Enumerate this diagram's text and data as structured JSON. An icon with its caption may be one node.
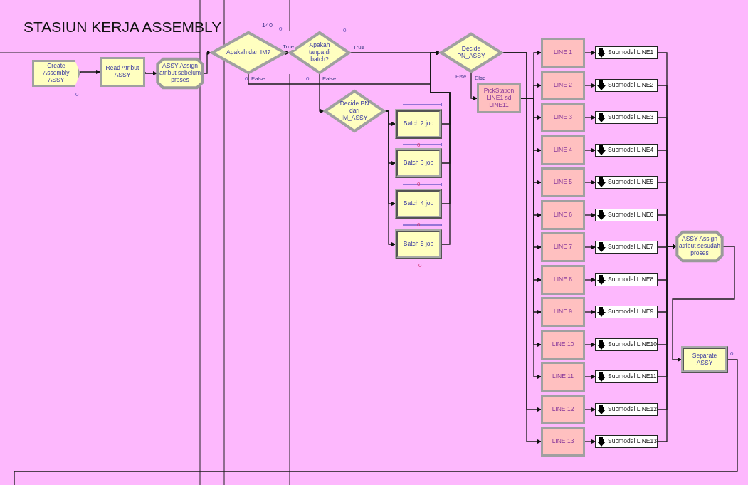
{
  "diagram": {
    "title": "STASIUN KERJA ASSEMBLY",
    "nodes": [
      {
        "text": [
          "Create Assembly ASSY"
        ],
        "beside": [
          "0"
        ]
      },
      {
        "text": [
          "Read Atribut ASSY"
        ]
      },
      {
        "text": [
          "ASSY Assign atribut sebelum proses"
        ]
      },
      {
        "text": [
          "Apakah dari IM?"
        ],
        "beside": [
          "0",
          "0"
        ]
      },
      {
        "text": [
          "Apakah tanpa di batch?"
        ],
        "beside": [
          "0",
          "0"
        ]
      },
      {
        "text": [
          "Decide PN_ASSY"
        ]
      },
      {
        "text": [
          "Decide PN dari IM_ASSY"
        ]
      },
      {
        "text": [
          "Batch 2 job"
        ],
        "beside": [
          "0"
        ]
      },
      {
        "text": [
          "Batch 3 job"
        ],
        "beside": [
          "0"
        ]
      },
      {
        "text": [
          "Batch 4 job"
        ],
        "beside": [
          "0"
        ]
      },
      {
        "text": [
          "Batch 5 job"
        ],
        "beside": [
          "0"
        ]
      },
      {
        "text": [
          "PickStation LINE1 sd LINE11"
        ]
      },
      {
        "text": [
          "LINE 1"
        ]
      },
      {
        "text": [
          "LINE 2"
        ]
      },
      {
        "text": [
          "LINE 3"
        ]
      },
      {
        "text": [
          "LINE 4"
        ]
      },
      {
        "text": [
          "LINE 5"
        ]
      },
      {
        "text": [
          "LINE 6"
        ]
      },
      {
        "text": [
          "LINE 7"
        ]
      },
      {
        "text": [
          "LINE 8"
        ]
      },
      {
        "text": [
          "LINE 9"
        ]
      },
      {
        "text": [
          "LINE 10"
        ]
      },
      {
        "text": [
          "LINE 11"
        ]
      },
      {
        "text": [
          "LINE 12"
        ]
      },
      {
        "text": [
          "LINE 13"
        ]
      },
      {
        "text": [
          "Submodel LINE1"
        ]
      },
      {
        "text": [
          "Submodel LINE2"
        ]
      },
      {
        "text": [
          "Submodel LINE3"
        ]
      },
      {
        "text": [
          "Submodel LINE4"
        ]
      },
      {
        "text": [
          "Submodel LINE5"
        ]
      },
      {
        "text": [
          "Submodel LINE6"
        ]
      },
      {
        "text": [
          "Submodel LINE7"
        ]
      },
      {
        "text": [
          "Submodel LINE8"
        ]
      },
      {
        "text": [
          "Submodel LINE9"
        ]
      },
      {
        "text": [
          "Submodel LINE10"
        ]
      },
      {
        "text": [
          "Submodel LINE11"
        ]
      },
      {
        "text": [
          "Submodel LINE12"
        ]
      },
      {
        "text": [
          "Submodel LINE13"
        ]
      },
      {
        "text": [
          "ASSY Assign atribut sesudah proses"
        ]
      },
      {
        "text": [
          "Separate ASSY"
        ],
        "beside": [
          "0"
        ]
      }
    ],
    "edges": [
      {
        "from": 0,
        "to": 1,
        "arrow": "to"
      },
      {
        "from": 1,
        "to": 2,
        "arrow": "to"
      },
      {
        "from": 2,
        "to": 3,
        "arrow": "to"
      },
      {
        "from": 3,
        "to": 4,
        "arrow": "to",
        "label": "True"
      },
      {
        "from": 3,
        "to": 5,
        "arrow": "to",
        "label": "False"
      },
      {
        "from": 4,
        "to": 5,
        "arrow": "to",
        "label": "True"
      },
      {
        "from": 4,
        "to": 6,
        "arrow": "to",
        "label": "False"
      },
      {
        "from": 6,
        "to": 7,
        "arrow": "to"
      },
      {
        "from": 6,
        "to": 8,
        "arrow": "to"
      },
      {
        "from": 6,
        "to": 9,
        "arrow": "to"
      },
      {
        "from": 6,
        "to": 10,
        "arrow": "to"
      },
      {
        "from": 7,
        "to": 5,
        "arrow": "to"
      },
      {
        "from": 8,
        "to": 5,
        "arrow": "to"
      },
      {
        "from": 9,
        "to": 5,
        "arrow": "to"
      },
      {
        "from": 10,
        "to": 5,
        "arrow": "to"
      },
      {
        "from": 5,
        "to": 11,
        "arrow": "to",
        "label": "Else"
      },
      {
        "from": 11,
        "to": 12,
        "arrow": "to"
      },
      {
        "from": 11,
        "to": 13,
        "arrow": "to"
      },
      {
        "from": 11,
        "to": 14,
        "arrow": "to"
      },
      {
        "from": 11,
        "to": 15,
        "arrow": "to"
      },
      {
        "from": 11,
        "to": 16,
        "arrow": "to"
      },
      {
        "from": 11,
        "to": 17,
        "arrow": "to"
      },
      {
        "from": 11,
        "to": 18,
        "arrow": "to"
      },
      {
        "from": 11,
        "to": 19,
        "arrow": "to"
      },
      {
        "from": 11,
        "to": 20,
        "arrow": "to"
      },
      {
        "from": 11,
        "to": 21,
        "arrow": "to"
      },
      {
        "from": 11,
        "to": 22,
        "arrow": "to"
      },
      {
        "from": 5,
        "to": 23,
        "arrow": "to"
      },
      {
        "from": 5,
        "to": 24,
        "arrow": "to"
      },
      {
        "from": 12,
        "to": 25,
        "arrow": "to"
      },
      {
        "from": 13,
        "to": 26,
        "arrow": "to"
      },
      {
        "from": 14,
        "to": 27,
        "arrow": "to"
      },
      {
        "from": 15,
        "to": 28,
        "arrow": "to"
      },
      {
        "from": 16,
        "to": 29,
        "arrow": "to"
      },
      {
        "from": 17,
        "to": 30,
        "arrow": "to"
      },
      {
        "from": 18,
        "to": 31,
        "arrow": "to"
      },
      {
        "from": 19,
        "to": 32,
        "arrow": "to"
      },
      {
        "from": 20,
        "to": 33,
        "arrow": "to"
      },
      {
        "from": 21,
        "to": 34,
        "arrow": "to"
      },
      {
        "from": 22,
        "to": 35,
        "arrow": "to"
      },
      {
        "from": 23,
        "to": 36,
        "arrow": "to"
      },
      {
        "from": 24,
        "to": 37,
        "arrow": "to"
      },
      {
        "from": 25,
        "to": 38,
        "arrow": "to"
      },
      {
        "from": 26,
        "to": 38,
        "arrow": "to"
      },
      {
        "from": 27,
        "to": 38,
        "arrow": "to"
      },
      {
        "from": 28,
        "to": 38,
        "arrow": "to"
      },
      {
        "from": 29,
        "to": 38,
        "arrow": "to"
      },
      {
        "from": 30,
        "to": 38,
        "arrow": "to"
      },
      {
        "from": 31,
        "to": 38,
        "arrow": "to"
      },
      {
        "from": 32,
        "to": 38,
        "arrow": "to"
      },
      {
        "from": 33,
        "to": 38,
        "arrow": "to"
      },
      {
        "from": 34,
        "to": 38,
        "arrow": "to"
      },
      {
        "from": 35,
        "to": 38,
        "arrow": "to"
      },
      {
        "from": 36,
        "to": 38,
        "arrow": "to"
      },
      {
        "from": 37,
        "to": 38,
        "arrow": "to"
      },
      {
        "from": 38,
        "to": 39,
        "arrow": "to"
      },
      {
        "from": 39,
        "to": null,
        "arrow": "none"
      }
    ],
    "labels": [
      "140",
      "Else"
    ]
  }
}
